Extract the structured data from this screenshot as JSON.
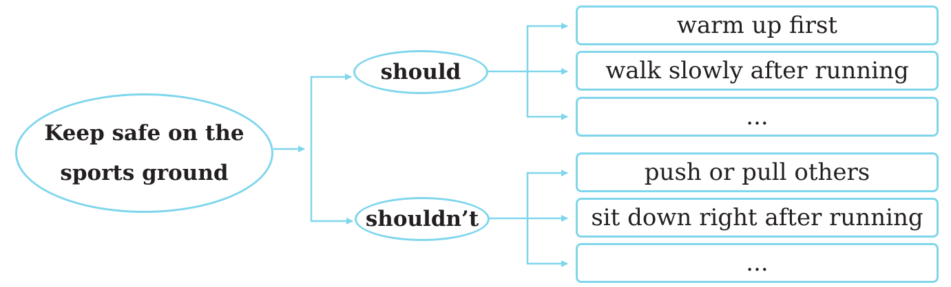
{
  "diagram": {
    "root": {
      "line1": "Keep safe on the",
      "line2": "sports ground"
    },
    "should": {
      "label": "should",
      "items": [
        "warm up first",
        "walk slowly after running",
        "..."
      ]
    },
    "shouldnt": {
      "label": "shouldn’t",
      "items": [
        "push or pull others",
        "sit down right after running",
        "..."
      ]
    }
  },
  "colors": {
    "outline": "#7fd6ec",
    "text": "#231f20",
    "background": "#ffffff"
  }
}
